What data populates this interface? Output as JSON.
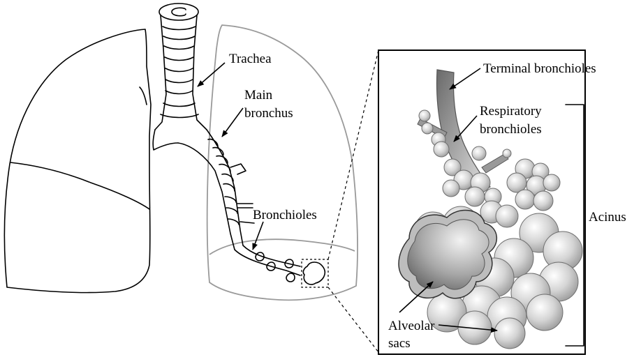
{
  "labels": {
    "trachea": "Trachea",
    "main_bronchus_1": "Main",
    "main_bronchus_2": "bronchus",
    "bronchioles": "Bronchioles",
    "terminal_bronchioles": "Terminal bronchioles",
    "respiratory_bronchioles_1": "Respiratory",
    "respiratory_bronchioles_2": "bronchioles",
    "acinus": "Acinus",
    "alveolar_sacs_1": "Alveolar",
    "alveolar_sacs_2": "sacs"
  }
}
